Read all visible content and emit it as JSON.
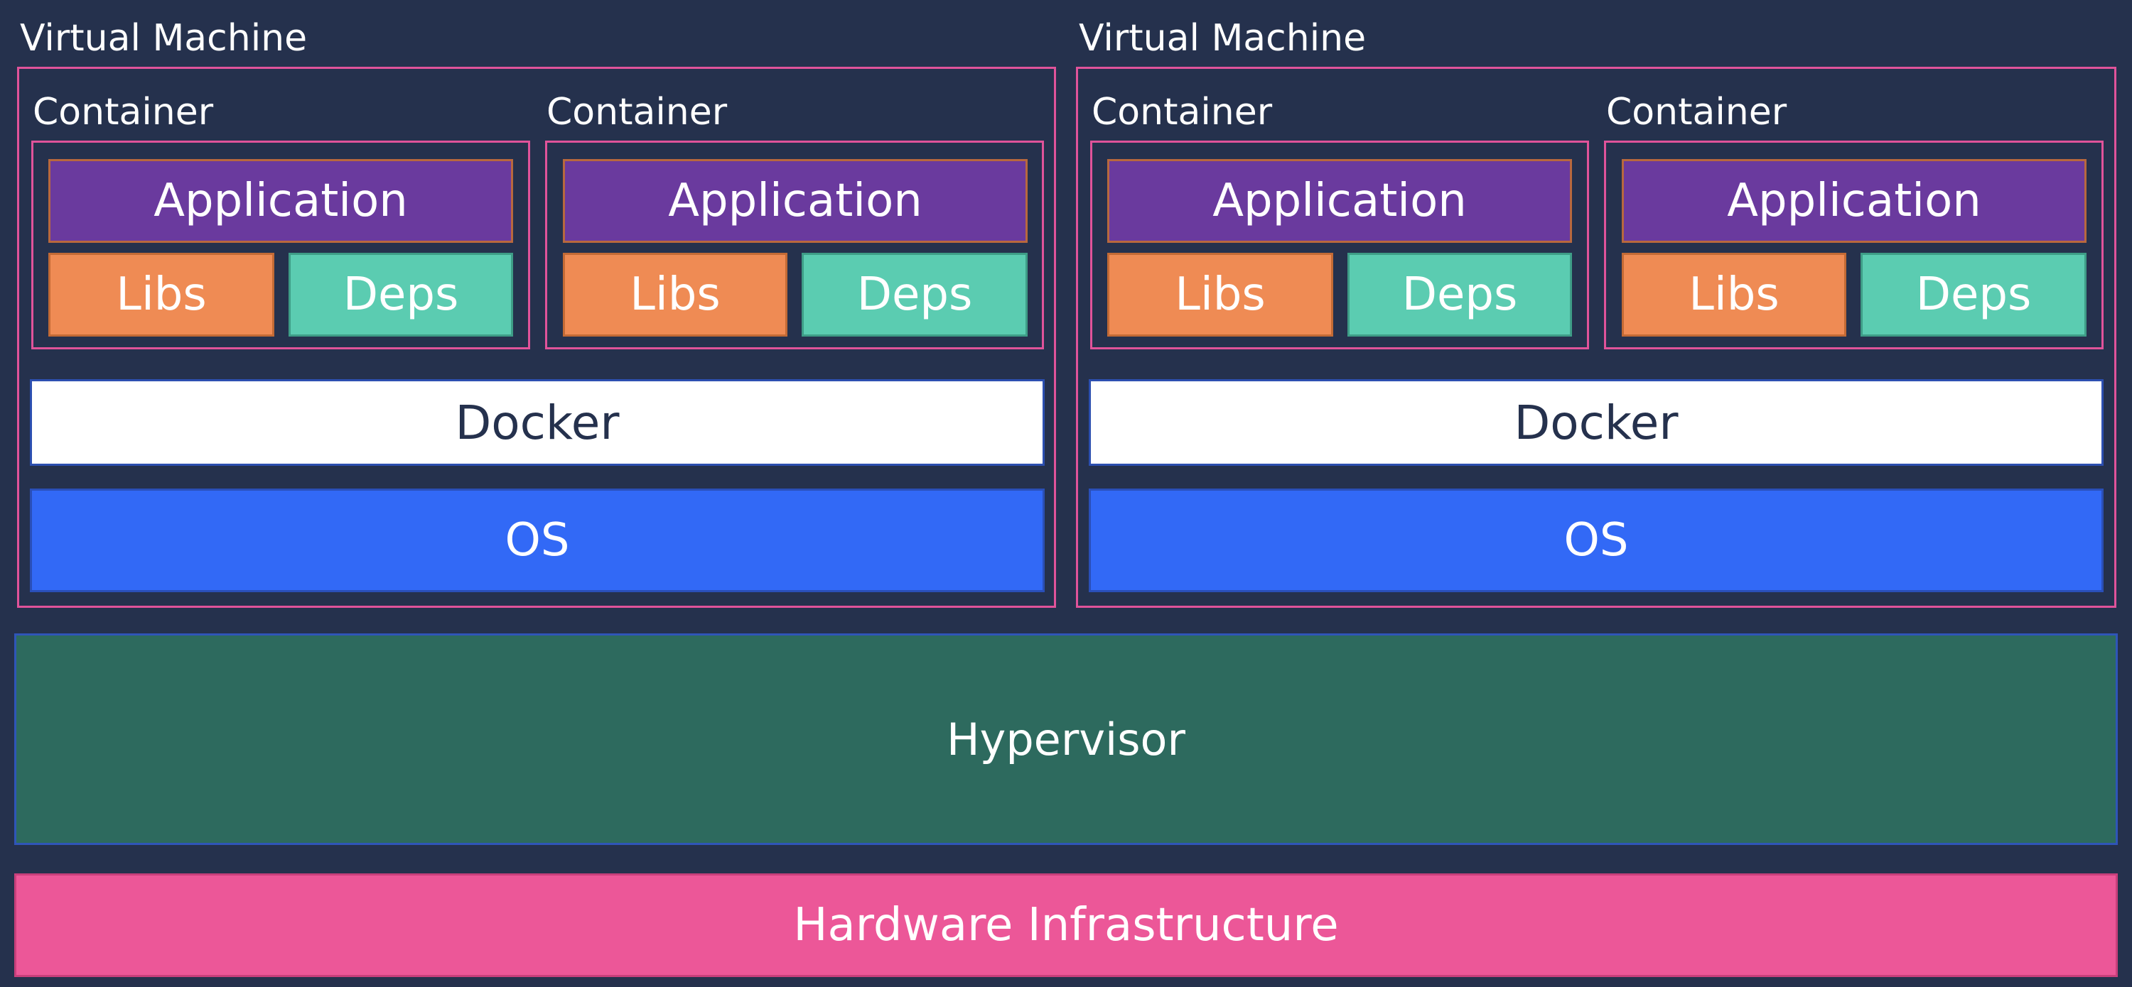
{
  "virtual_machines": [
    {
      "label": "Virtual Machine",
      "containers": [
        {
          "label": "Container",
          "application": "Application",
          "libs": "Libs",
          "deps": "Deps"
        },
        {
          "label": "Container",
          "application": "Application",
          "libs": "Libs",
          "deps": "Deps"
        }
      ],
      "docker": "Docker",
      "os": "OS"
    },
    {
      "label": "Virtual Machine",
      "containers": [
        {
          "label": "Container",
          "application": "Application",
          "libs": "Libs",
          "deps": "Deps"
        },
        {
          "label": "Container",
          "application": "Application",
          "libs": "Libs",
          "deps": "Deps"
        }
      ],
      "docker": "Docker",
      "os": "OS"
    }
  ],
  "hypervisor": "Hypervisor",
  "hardware": "Hardware Infrastructure",
  "colors": {
    "background": "#25314d",
    "frame": "#e0539a",
    "application": "#6a3a9e",
    "libs": "#ef8b54",
    "deps": "#5bccb1",
    "docker": "#ffffff",
    "os": "#3269f6",
    "hypervisor": "#2d6a5e",
    "hardware": "#ec5798"
  }
}
